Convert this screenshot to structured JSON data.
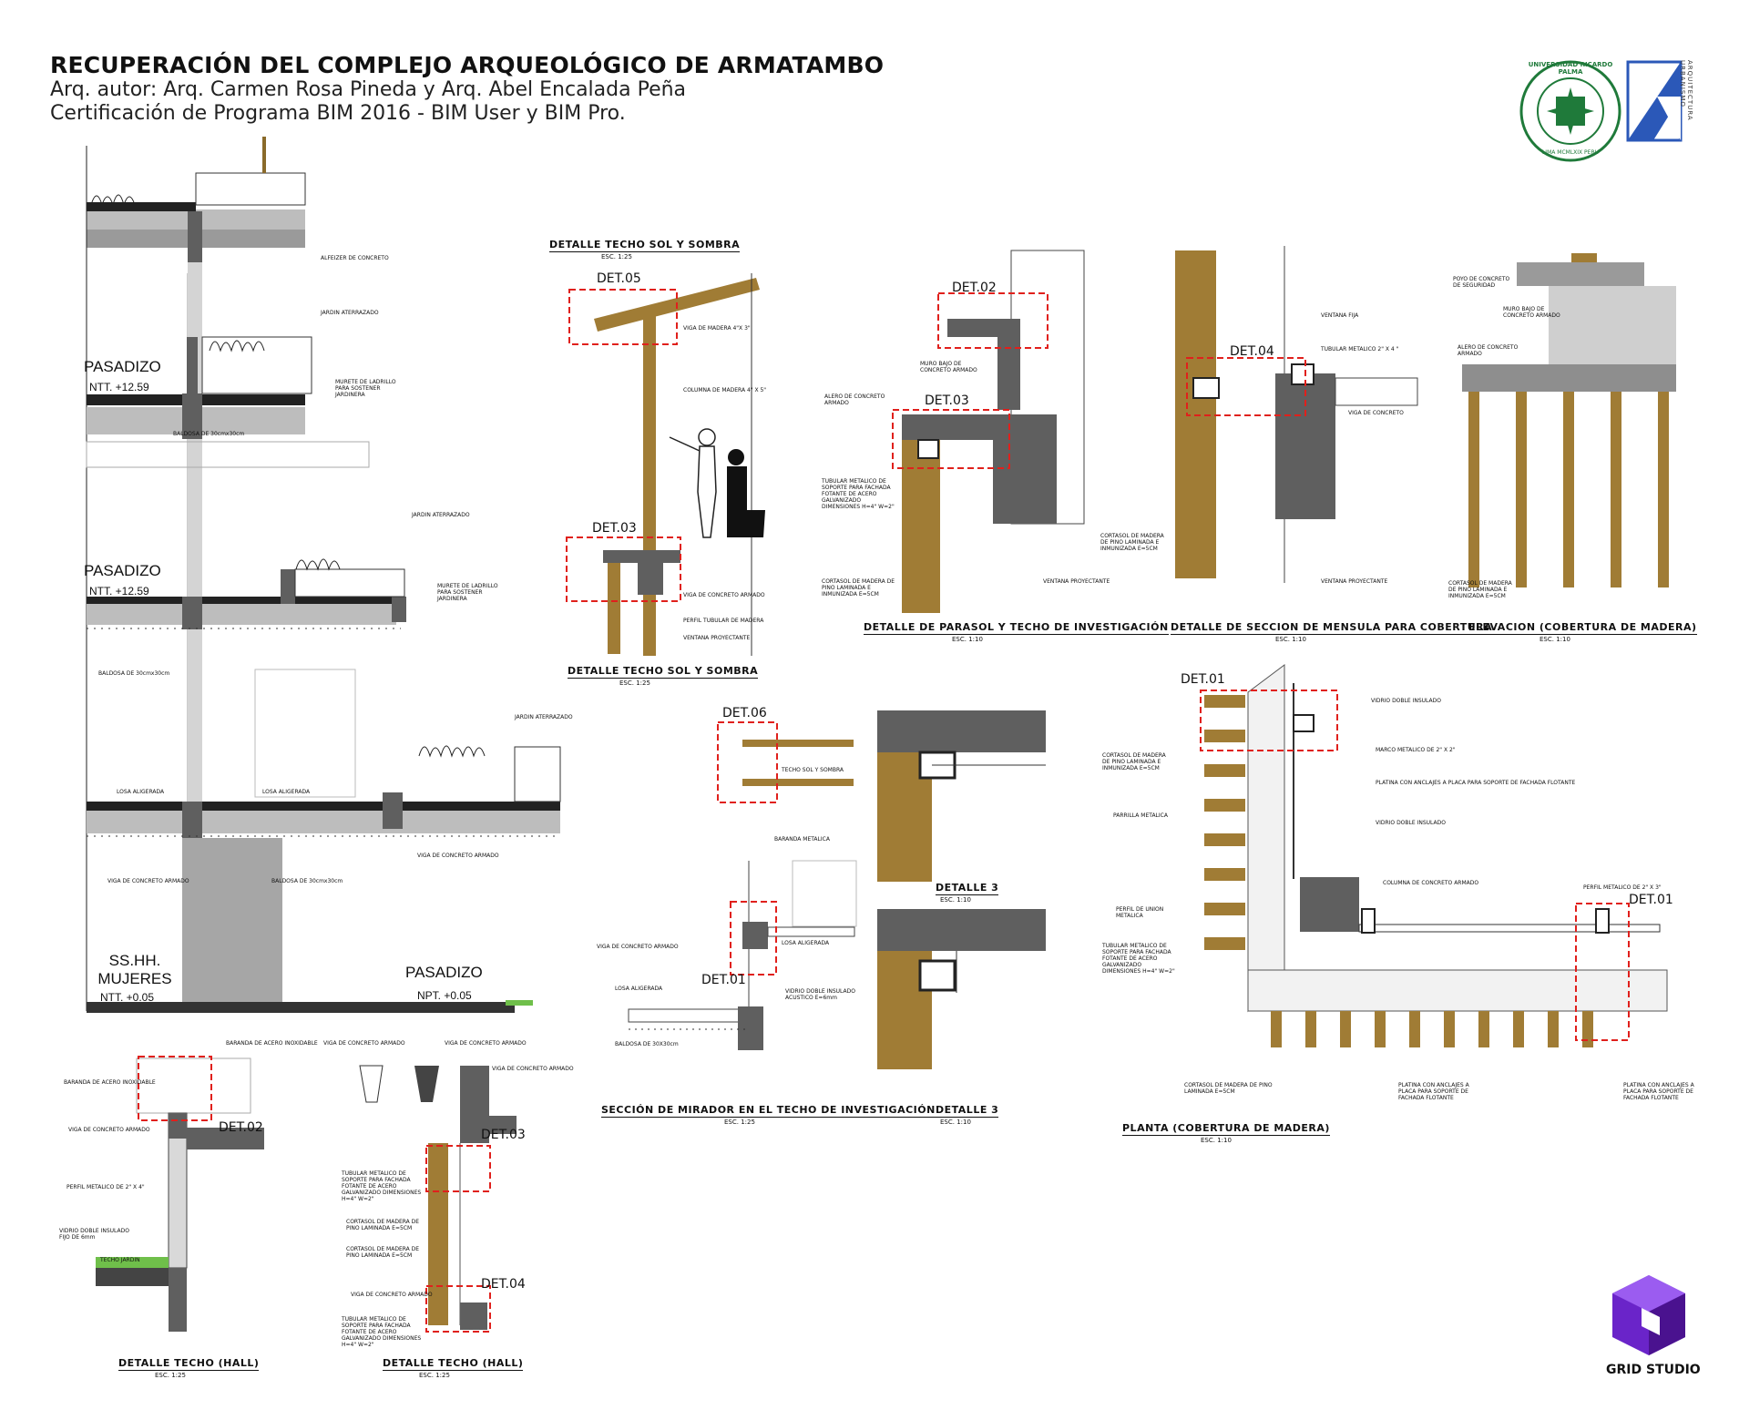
{
  "header": {
    "title": "RECUPERACIÓN DEL COMPLEJO ARQUEOLÓGICO DE ARMATAMBO",
    "authors": "Arq. autor: Arq. Carmen Rosa Pineda y Arq. Abel Encalada Peña",
    "certification": "Certificación de Programa BIM 2016 - BIM User y BIM Pro."
  },
  "logos": {
    "university_seal_text": "UNIVERSIDAD RICARDO PALMA",
    "university_seal_bottom": "LIMA MCMLXIX PERU",
    "faculty_text": "ARQUITECTURA URBANISMO",
    "studio": "GRID STUDIO"
  },
  "colors": {
    "wood": "#a07c35",
    "concrete": "#5f5f5f",
    "detail_highlight": "#e0201c",
    "studio_logo": "#6a24c9"
  },
  "section_left": {
    "levels": [
      {
        "name": "PASADIZO",
        "level": "NTT. +12.59"
      },
      {
        "name": "PASADIZO",
        "level": "NTT. +12.59"
      },
      {
        "name": "SS.HH. MUJERES",
        "level": "NTT. +0.05"
      },
      {
        "name": "PASADIZO",
        "level": "NPT. +0.05"
      }
    ],
    "notes": {
      "alfeizer": "ALFEIZER DE CONCRETO",
      "jardin1": "JARDIN ATERRAZADO",
      "murete1": "MURETE DE LADRILLO PARA SOSTENER JARDINERA",
      "baldosa1": "BALDOSA DE 30cmx30cm",
      "jardin2": "JARDIN ATERRAZADO",
      "murete2": "MURETE DE LADRILLO PARA SOSTENER JARDINERA",
      "baldosa2": "BALDOSA DE 30cmx30cm",
      "jardin3": "JARDIN ATERRAZADO",
      "losa1": "LOSA ALIGERADA",
      "losa2": "LOSA ALIGERADA",
      "viga1": "VIGA DE CONCRETO ARMADO",
      "viga2": "VIGA DE CONCRETO ARMADO",
      "baldosa3": "BALDOSA DE 30cmx30cm"
    }
  },
  "hall1": {
    "title": "DETALLE TECHO (HALL)",
    "scale": "ESC. 1:25",
    "det": "DET.02",
    "notes": {
      "baranda": "BARANDA DE ACERO INOXIDABLE",
      "baranda2": "BARANDA DE ACERO INOXIDABLE",
      "viga": "VIGA DE CONCRETO ARMADO",
      "perfil": "PERFIL METALICO DE 2\" X 4\"",
      "vidrio": "VIDRIO DOBLE INSULADO FIJO DE 6mm",
      "techo": "TECHO JARDIN"
    }
  },
  "hall2": {
    "title": "DETALLE TECHO (HALL)",
    "scale": "ESC. 1:25",
    "det_a": "DET.03",
    "det_b": "DET.04",
    "notes": {
      "viga1": "VIGA DE CONCRETO ARMADO",
      "viga2": "VIGA DE CONCRETO ARMADO",
      "viga3": "VIGA DE CONCRETO ARMADO",
      "tubular1": "TUBULAR METALICO DE SOPORTE PARA FACHADA FOTANTE DE ACERO GALVANIZADO DIMENSIONES H=4\" W=2\"",
      "cortasol1": "CORTASOL DE MADERA DE PINO LAMINADA E=5CM",
      "cortasol2": "CORTASOL DE MADERA DE PINO LAMINADA E=5CM",
      "viga4": "VIGA DE CONCRETO ARMADO",
      "tubular2": "TUBULAR METALICO DE SOPORTE PARA FACHADA FOTANTE DE ACERO GALVANIZADO DIMENSIONES H=4\" W=2\""
    }
  },
  "sol_sombra": {
    "title_top": "DETALLE TECHO SOL Y SOMBRA",
    "scale_top": "ESC. 1:25",
    "title": "DETALLE TECHO SOL Y SOMBRA",
    "scale": "ESC. 1:25",
    "det_a": "DET.05",
    "det_b": "DET.03",
    "notes": {
      "viga": "VIGA DE MADERA 4\"X 3\"",
      "columna": "COLUMNA DE MADERA 4\" X 5\"",
      "viga_conc": "VIGA DE CONCRETO ARMADO",
      "perfil": "PERFIL TUBULAR DE MADERA",
      "ventana": "VENTANA PROYECTANTE"
    }
  },
  "parasol": {
    "title": "DETALLE DE PARASOL Y TECHO DE INVESTIGACIÓN",
    "scale": "ESC. 1:10",
    "det_a": "DET.02",
    "det_b": "DET.03",
    "notes": {
      "muro": "MURO BAJO DE CONCRETO ARMADO",
      "alero": "ALERO DE CONCRETO ARMADO",
      "tubular": "TUBULAR METALICO DE SOPORTE PARA FACHADA FOTANTE DE ACERO GALVANIZADO DIMENSIONES H=4\" W=2\"",
      "cortasol": "CORTASOL DE MADERA DE PINO LAMINADA E INMUNIZADA E=5CM",
      "ventana": "VENTANA PROYECTANTE"
    }
  },
  "mensula": {
    "title": "DETALLE DE SECCION DE MENSULA PARA  COBERTURA",
    "scale": "ESC. 1:10",
    "det": "DET.04",
    "notes": {
      "ventana_fija": "VENTANA FIJA",
      "tubular": "TUBULAR METALICO 2\" X 4 \"",
      "viga": "VIGA DE CONCRETO",
      "cortasol": "CORTASOL DE MADERA DE PINO LAMINADA E INMUNIZADA E=5CM",
      "ventana": "VENTANA PROYECTANTE"
    }
  },
  "elevacion": {
    "title": "ELEVACION (COBERTURA DE MADERA)",
    "scale": "ESC. 1:10",
    "notes": {
      "poyo": "POYO DE CONCRETO DE SEGURIDAD",
      "muro": "MURO BAJO DE CONCRETO ARMADO",
      "alero": "ALERO DE CONCRETO ARMADO",
      "cortasol": "CORTASOL DE MADERA DE PINO LAMINADA E INMUNIZADA E=5CM"
    }
  },
  "mirador": {
    "title": "SECCIÓN DE MIRADOR EN EL TECHO DE INVESTIGACIÓN",
    "scale": "ESC. 1:25",
    "det_a": "DET.06",
    "det_b": "DET.01",
    "notes": {
      "techo": "TECHO SOL Y SOMBRA",
      "baranda": "BARANDA METALICA",
      "viga": "VIGA DE CONCRETO ARMADO",
      "losa": "LOSA ALIGERADA",
      "losa2": "LOSA ALIGERADA",
      "vidrio": "VIDRIO DOBLE INSULADO ACUSTICO E=6mm",
      "baldosa": "BALDOSA DE 30X30cm"
    }
  },
  "detalle3": {
    "title_a": "DETALLE 3",
    "scale_a": "ESC. 1:10",
    "title_b": "DETALLE 3",
    "scale_b": "ESC. 1:10"
  },
  "planta": {
    "title": "PLANTA (COBERTURA DE MADERA)",
    "scale": "ESC. 1:10",
    "det_a": "DET.01",
    "det_b": "DET.01",
    "notes": {
      "vidrio1": "VIDRIO DOBLE INSULADO",
      "marco": "MARCO METALICO DE 2\" X 2\"",
      "platina1": "PLATINA CON ANCLAJES A PLACA PARA SOPORTE DE FACHADA FLOTANTE",
      "vidrio2": "VIDRIO DOBLE INSULADO",
      "cortasol": "CORTASOL DE MADERA DE PINO LAMINADA E INMUNIZADA E=5CM",
      "parrilla": "PARRILLA METALICA",
      "columna": "COLUMNA DE CONCRETO ARMADO",
      "perfil_union": "PERFIL DE UNION METALICA",
      "perfil2": "PERFIL METALICO DE 2\" X 3\"",
      "tubular": "TUBULAR METALICO DE SOPORTE PARA FACHADA FOTANTE DE ACERO GALVANIZADO DIMENSIONES H=4\" W=2\"",
      "cortasol2": "CORTASOL DE MADERA DE PINO LAMINADA E=5CM",
      "platina2": "PLATINA CON ANCLAJES A PLACA PARA SOPORTE DE FACHADA FLOTANTE",
      "platina3": "PLATINA CON ANCLAJES A PLACA PARA SOPORTE DE FACHADA FLOTANTE"
    }
  }
}
